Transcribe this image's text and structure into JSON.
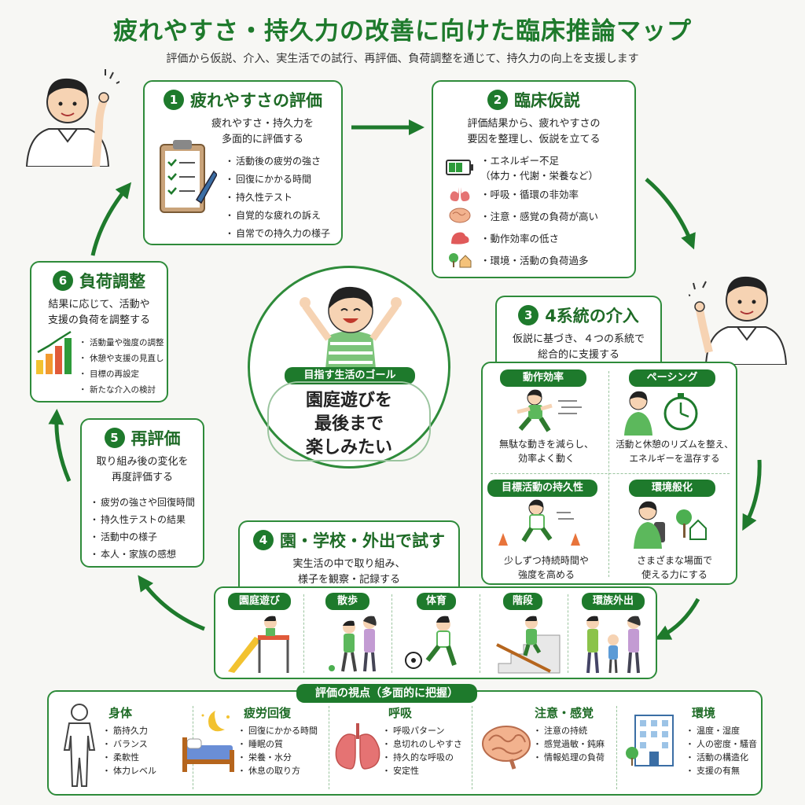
{
  "title": "疲れやすさ・持久力の改善に向けた臨床推論マップ",
  "subtitle": "評価から仮説、介入、実生活での試行、再評価、負荷調整を通じて、持久力の向上を支援します",
  "step1": {
    "num": "1",
    "title": "疲れやすさの評価",
    "desc": [
      "疲れやすさ・持久力を",
      "多面的に評価する"
    ],
    "items": [
      "活動後の疲労の強さ",
      "回復にかかる時間",
      "持久性テスト",
      "自覚的な疲れの訴え",
      "自常での持久力の様子"
    ]
  },
  "step2": {
    "num": "2",
    "title": "臨床仮説",
    "desc": [
      "評価結果から、疲れやすさの",
      "要因を整理し、仮説を立てる"
    ],
    "items": [
      {
        "text": "エネルギー不足",
        "sub": "（体力・代謝・栄養など）",
        "icon": "battery-icon"
      },
      {
        "text": "呼吸・循環の非効率",
        "icon": "lungs-icon"
      },
      {
        "text": "注意・感覚の負荷が高い",
        "icon": "brain-icon"
      },
      {
        "text": "動作効率の低さ",
        "icon": "arm-muscle-icon"
      },
      {
        "text": "環境・活動の負荷過多",
        "icon": "house-tree-icon"
      }
    ]
  },
  "step3": {
    "num": "3",
    "title": "4系統の介入",
    "desc": [
      "仮説に基づき、４つの系統で",
      "総合的に支援する"
    ],
    "quads": [
      {
        "label": "動作効率",
        "caption": [
          "無駄な動きを減らし、",
          "効率よく動く"
        ]
      },
      {
        "label": "ペーシング",
        "caption": [
          "活動と休憩のリズムを整え、",
          "エネルギーを温存する"
        ]
      },
      {
        "label": "目標活動の持久性",
        "caption": [
          "少しずつ持続時間や",
          "強度を高める"
        ]
      },
      {
        "label": "環境般化",
        "caption": [
          "さまざまな場面で",
          "使える力にする"
        ]
      }
    ]
  },
  "step4": {
    "num": "4",
    "title": "園・学校・外出で試す",
    "desc": [
      "実生活の中で取り組み、",
      "様子を観察・記録する"
    ],
    "activities": [
      "園庭遊び",
      "散歩",
      "体育",
      "階段",
      "環族外出"
    ]
  },
  "step5": {
    "num": "5",
    "title": "再評価",
    "desc": [
      "取り組み後の変化を",
      "再度評価する"
    ],
    "items": [
      "疲労の強さや回復時間",
      "持久性テストの結果",
      "活動中の様子",
      "本人・家族の感想"
    ]
  },
  "step6": {
    "num": "6",
    "title": "負荷調整",
    "desc": [
      "結果に応じて、活動や",
      "支援の負荷を調整する"
    ],
    "items": [
      "活動量や強度の調整",
      "休憩や支援の見直し",
      "目標の再設定",
      "新たな介入の検討"
    ]
  },
  "goal": {
    "label": "目指す生活のゴール",
    "text": [
      "園庭遊びを",
      "最後まで",
      "楽しみたい"
    ]
  },
  "viewpoints": {
    "title": "評価の視点（多面的に把握）",
    "cols": [
      {
        "title": "身体",
        "items": [
          "筋持久力",
          "バランス",
          "柔軟性",
          "体力レベル"
        ],
        "icon": "body-outline-icon"
      },
      {
        "title": "疲労回復",
        "items": [
          "回復にかかる時間",
          "睡眠の質",
          "栄養・水分",
          "休息の取り方"
        ],
        "icon": "bed-moon-icon"
      },
      {
        "title": "呼吸",
        "items": [
          "呼吸パターン",
          "息切れのしやすさ",
          "持久的な呼吸の",
          "安定性"
        ],
        "icon": "lungs-icon"
      },
      {
        "title": "注意・感覚",
        "items": [
          "注意の持続",
          "感覚過敏・鈍麻",
          "情報処理の負荷"
        ],
        "icon": "brain-icon"
      },
      {
        "title": "環境",
        "items": [
          "温度・湿度",
          "人の密度・騒音",
          "活動の構造化",
          "支援の有無"
        ],
        "icon": "building-icon"
      }
    ]
  },
  "colors": {
    "accent": "#1e7a2c",
    "border": "#2e8b3a"
  }
}
